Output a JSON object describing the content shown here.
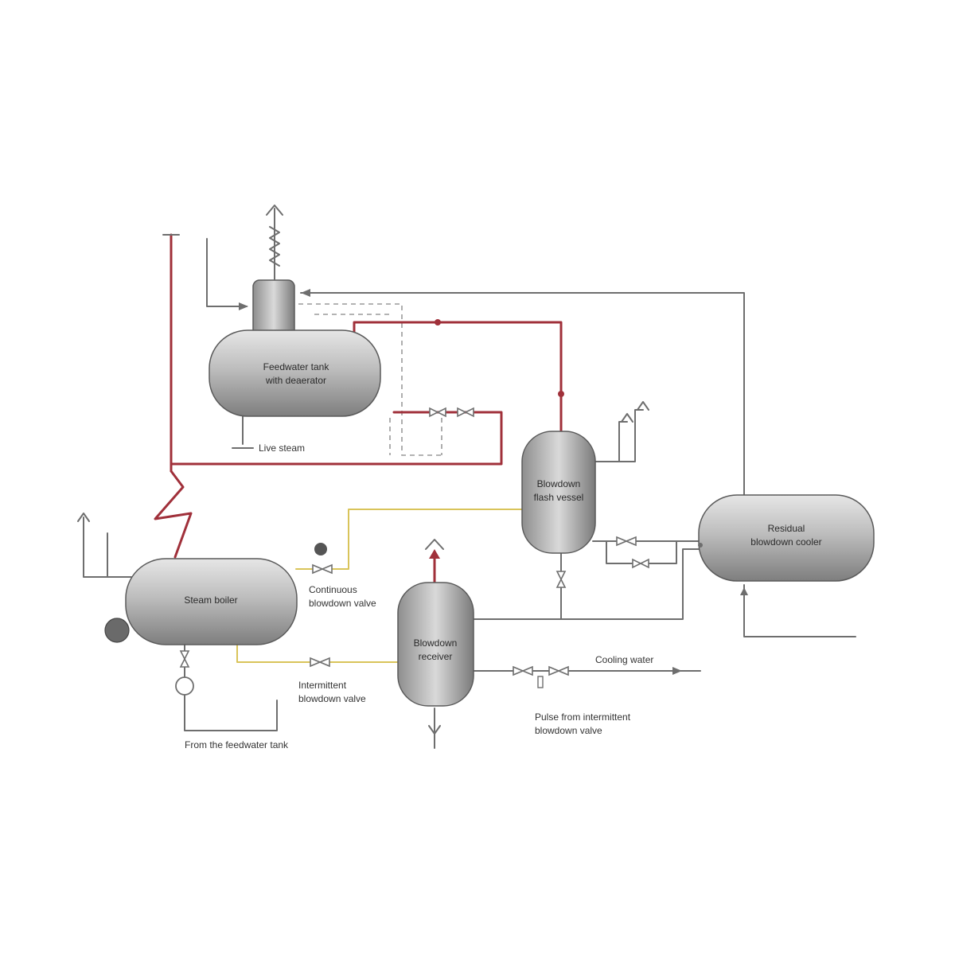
{
  "colors": {
    "steam_line": "#a0303a",
    "water_line": "#6e6e6e",
    "blowdown_line": "#d9c45a",
    "control_dash": "#9a9a9a",
    "vessel_fill_light": "#d4d4d4",
    "vessel_fill_dark": "#8a8a8a",
    "vessel_stroke": "#5a5a5a"
  },
  "vessels": {
    "feedwater_tank": {
      "line1": "Feedwater tank",
      "line2": "with deaerator"
    },
    "steam_boiler": {
      "line1": "Steam boiler"
    },
    "flash_vessel": {
      "line1": "Blowdown",
      "line2": "flash vessel"
    },
    "residual_cooler": {
      "line1": "Residual",
      "line2": "blowdown cooler"
    },
    "blowdown_receiver": {
      "line1": "Blowdown",
      "line2": "receiver"
    }
  },
  "annotations": {
    "live_steam": "Live steam",
    "continuous_valve": {
      "line1": "Continuous",
      "line2": "blowdown valve"
    },
    "intermittent_valve": {
      "line1": "Intermittent",
      "line2": "blowdown valve"
    },
    "from_feedwater": "From the feedwater tank",
    "cooling_water": "Cooling water",
    "pulse": {
      "line1": "Pulse from intermittent",
      "line2": "blowdown valve"
    }
  },
  "icons": [
    "vent-arrow-icon",
    "valve-icon",
    "pump-icon",
    "controller-icon",
    "flow-arrow-icon"
  ]
}
